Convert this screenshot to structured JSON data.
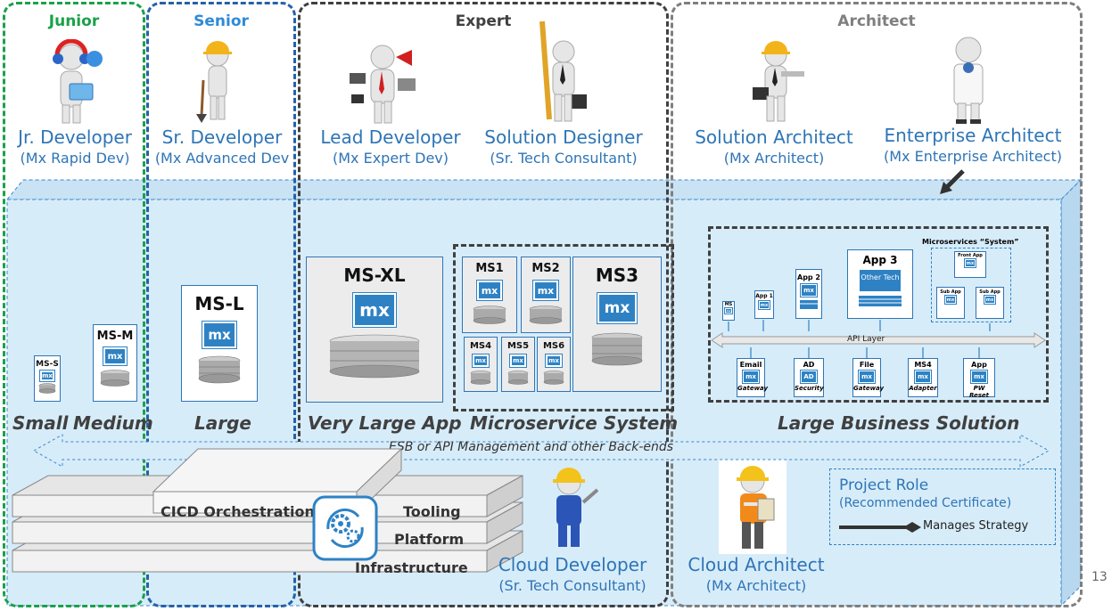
{
  "groups": {
    "junior": {
      "title": "Junior",
      "color": "#1aa14a"
    },
    "senior": {
      "title": "Senior",
      "color": "#2e8bd6"
    },
    "expert": {
      "title": "Expert",
      "color": "#404040"
    },
    "architect": {
      "title": "Architect",
      "color": "#7f7f7f"
    }
  },
  "roles": [
    {
      "name": "Jr. Developer",
      "cert": "(Mx Rapid Dev)"
    },
    {
      "name": "Sr. Developer",
      "cert": "(Mx Advanced Dev"
    },
    {
      "name": "Lead Developer",
      "cert": "(Mx Expert Dev)"
    },
    {
      "name": "Solution Designer",
      "cert": "(Sr. Tech Consultant)"
    },
    {
      "name": "Solution Architect",
      "cert": "(Mx Architect)"
    },
    {
      "name": "Enterprise Architect",
      "cert": "(Mx Enterprise Architect)"
    },
    {
      "name": "Cloud Developer",
      "cert": "(Sr. Tech Consultant)"
    },
    {
      "name": "Cloud Architect",
      "cert": "(Mx Architect)"
    }
  ],
  "sizes": {
    "small": "Small",
    "medium": "Medium",
    "large": "Large",
    "very_large": "Very Large App",
    "microservice": "Microservice System",
    "business": "Large Business Solution"
  },
  "apps": {
    "ms_s": "MS-S",
    "ms_m": "MS-M",
    "ms_l": "MS-L",
    "ms_xl": "MS-XL",
    "ms1": "MS1",
    "ms2": "MS2",
    "ms3": "MS3",
    "ms4": "MS4",
    "ms5": "MS5",
    "ms6": "MS6"
  },
  "mx_logo": "mx",
  "business_solution": {
    "ms_small": "MS",
    "app1": "App 1",
    "app2": "App 2",
    "app3": "App 3",
    "other_tech": "Other Tech",
    "ms_system_title": "Microservices “System”",
    "front_app": "Front App",
    "sub_app": "Sub App",
    "api_layer": "API Layer",
    "bottom": [
      {
        "title": "Email",
        "logo": "mx",
        "sub": "Gateway"
      },
      {
        "title": "AD",
        "logo": "AD",
        "sub": "Security"
      },
      {
        "title": "File",
        "logo": "mx",
        "sub": "Gateway"
      },
      {
        "title": "MS4",
        "logo": "mx",
        "sub": "Adapter"
      },
      {
        "title": "App",
        "logo": "mx",
        "sub": "PW Reset"
      }
    ]
  },
  "esb_label": "ESB or API Management and other Back-ends",
  "slabs": {
    "cicd": "CICD Orchestration",
    "tooling": "Tooling",
    "platform": "Platform",
    "infrastructure": "Infrastructure"
  },
  "legend": {
    "title": "Project Role",
    "subtitle": "(Recommended Certificate)",
    "arrow_label": "Manages Strategy"
  },
  "page_number": "13"
}
